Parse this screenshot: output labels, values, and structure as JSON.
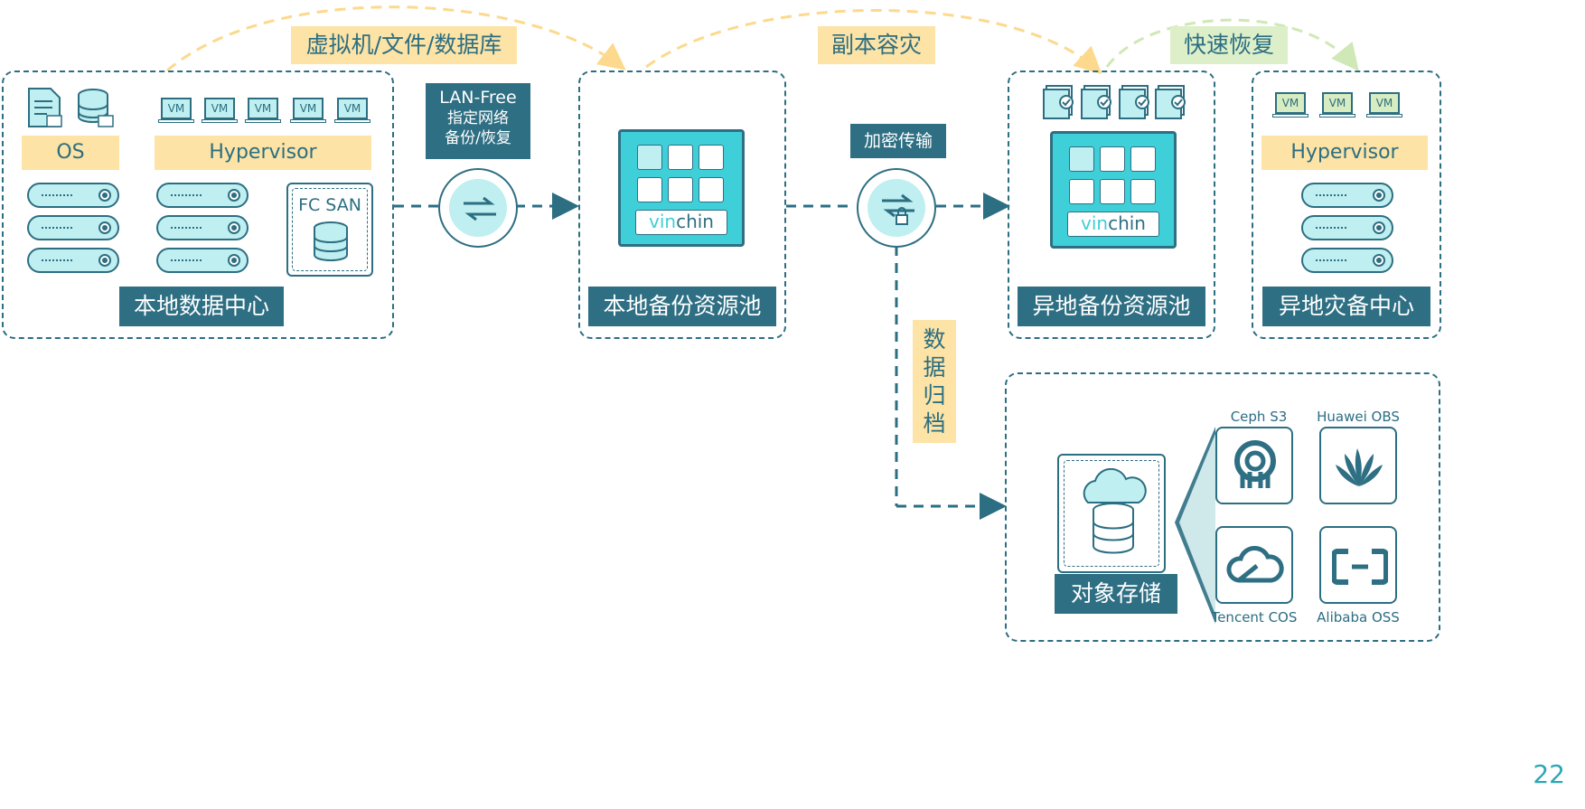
{
  "labels": {
    "vm_file_db": "虚拟机/文件/数据库",
    "replica_dr": "副本容灾",
    "fast_restore": "快速恢复",
    "os": "OS",
    "hypervisor_local": "Hypervisor",
    "hypervisor_remote": "Hypervisor",
    "fc_san": "FC SAN",
    "local_datacenter": "本地数据中心",
    "local_backup_pool": "本地备份资源池",
    "remote_backup_pool": "异地备份资源池",
    "remote_dr_center": "异地灾备中心",
    "object_storage": "对象存储",
    "data_archive": [
      "数",
      "据",
      "归",
      "档"
    ],
    "lan_free_title": "LAN-Free",
    "lan_free_line2": "指定网络",
    "lan_free_line3": "备份/恢复",
    "encrypted_transfer": "加密传输",
    "vm_text": "VM",
    "vinchin_part1": "vin",
    "vinchin_part2": "chin",
    "page_number": "22"
  },
  "providers": [
    {
      "name": "Ceph S3",
      "icon": "ceph-icon"
    },
    {
      "name": "Huawei OBS",
      "icon": "huawei-icon"
    },
    {
      "name": "Tencent COS",
      "icon": "tencent-cloud-icon"
    },
    {
      "name": "Alibaba OSS",
      "icon": "alibaba-cloud-icon"
    }
  ],
  "colors": {
    "primary": "#2e6f83",
    "accent": "#3fcfd8",
    "light": "#bfeff0",
    "highlight_yellow": "#fde3a5",
    "highlight_green": "#dcefc8"
  }
}
